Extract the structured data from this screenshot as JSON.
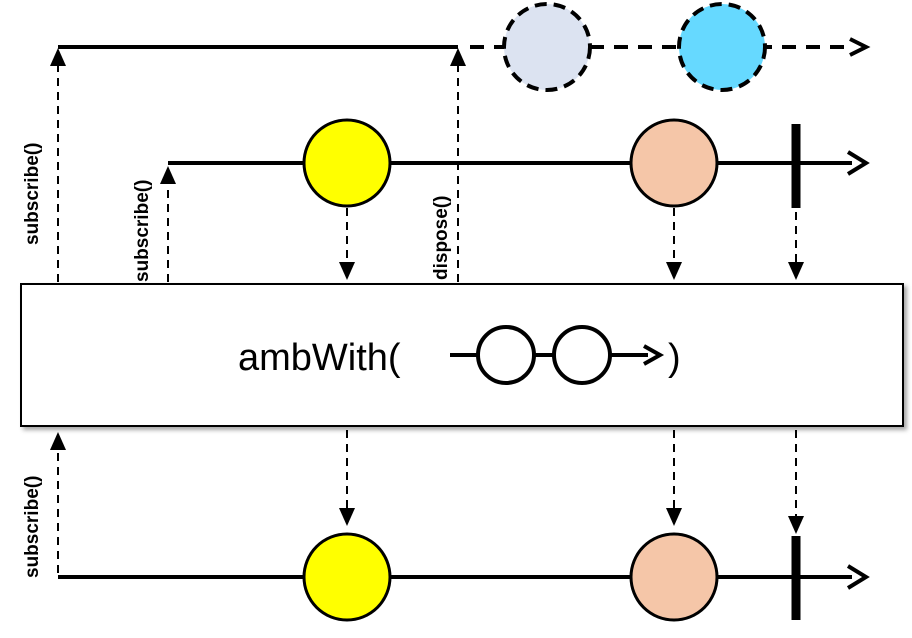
{
  "operator": {
    "prefix": "ambWith(",
    "suffix": ")"
  },
  "labels": {
    "subscribe_outer": "subscribe()",
    "subscribe_inner": "subscribe()",
    "dispose": "dispose()",
    "subscribe_output": "subscribe()"
  },
  "colors": {
    "line": "#000000",
    "skipped_item_1": "#dce3f1",
    "skipped_item_2": "#66d9ff",
    "yellow_item": "#ffff00",
    "peach_item": "#f5c6a8",
    "operator_box": "#ffffff",
    "operator_circle": "#ffffff"
  }
}
